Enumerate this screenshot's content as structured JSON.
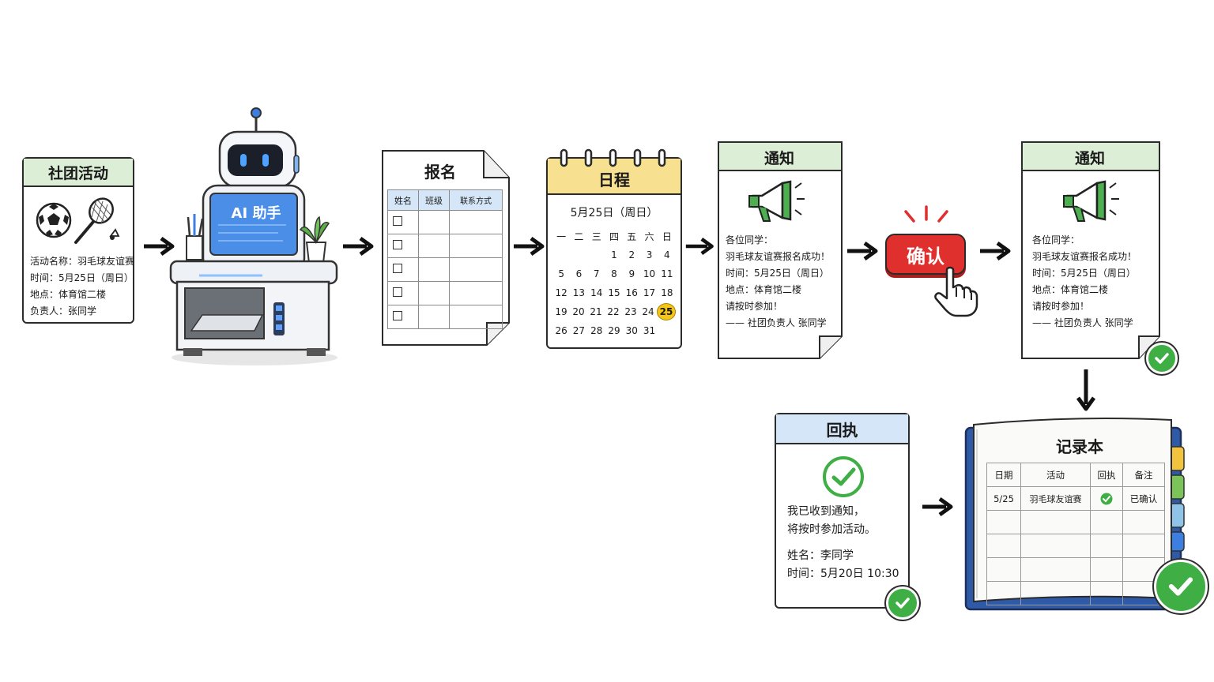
{
  "club_card": {
    "title": "社团活动",
    "lines": [
      "活动名称：羽毛球友谊赛",
      "时间：5月25日（周日）",
      "地点：体育馆二楼",
      "负责人：张同学"
    ]
  },
  "robot": {
    "screen_label": "AI 助手"
  },
  "signup_form": {
    "title": "报名",
    "columns": [
      "姓名",
      "班级",
      "联系方式"
    ]
  },
  "calendar": {
    "title": "日程",
    "date_label": "5月25日（周日）",
    "weekdays": [
      "一",
      "二",
      "三",
      "四",
      "五",
      "六",
      "日"
    ],
    "weeks": [
      [
        "",
        "",
        "",
        "1",
        "2",
        "3",
        "4"
      ],
      [
        "5",
        "6",
        "7",
        "8",
        "9",
        "10",
        "11"
      ],
      [
        "12",
        "13",
        "14",
        "15",
        "16",
        "17",
        "18"
      ],
      [
        "19",
        "20",
        "21",
        "22",
        "23",
        "24",
        "25"
      ],
      [
        "26",
        "27",
        "28",
        "29",
        "30",
        "31",
        ""
      ]
    ],
    "highlight": "25"
  },
  "notice1": {
    "title": "通知",
    "lines": [
      "各位同学：",
      "羽毛球友谊赛报名成功！",
      "时间：5月25日（周日）",
      "地点：体育馆二楼",
      "请按时参加！",
      "—— 社团负责人 张同学"
    ]
  },
  "confirm_button": {
    "label": "确认"
  },
  "notice2": {
    "title": "通知",
    "lines": [
      "各位同学：",
      "羽毛球友谊赛报名成功！",
      "时间：5月25日（周日）",
      "地点：体育馆二楼",
      "请按时参加！",
      "—— 社团负责人 张同学"
    ]
  },
  "receipt": {
    "title": "回执",
    "line1": "我已收到通知，",
    "line2": "将按时参加活动。",
    "name": "姓名：李同学",
    "time": "时间：5月20日 10:30"
  },
  "record_book": {
    "title": "记录本",
    "headers": [
      "日期",
      "活动",
      "回执",
      "备注"
    ],
    "row": {
      "date": "5/25",
      "activity": "羽毛球友谊赛",
      "note": "已确认"
    }
  },
  "colors": {
    "green": "#3fae45",
    "red": "#e0302e",
    "blue": "#3d7fe0",
    "yellow": "#f7e08f"
  }
}
